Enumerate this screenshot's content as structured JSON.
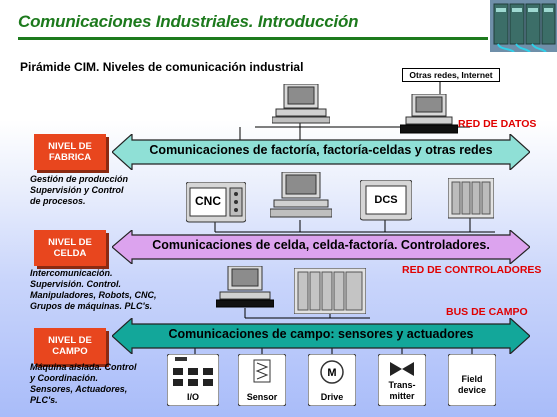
{
  "title": "Comunicaciones Industriales. Introducción",
  "subtitle": "Pirámide CIM. Niveles de comunicación industrial",
  "network_labels": {
    "otras_redes": "Otras redes, Internet",
    "red_datos": "RED DE DATOS",
    "red_controladores": "RED DE CONTROLADORES",
    "bus_campo": "BUS DE CAMPO"
  },
  "levels": [
    {
      "label": "NIVEL DE\nFABRICA",
      "bus": "Comunicaciones de factoría, factoría-celdas y otras redes",
      "description": "Gestión de producción\nSupervisión y Control\nde procesos."
    },
    {
      "label": "NIVEL DE\nCELDA",
      "bus": "Comunicaciones de celda, celda-factoría. Controladores.",
      "description": "Intercomunicación.\nSupervisión. Control.\nManipuladores, Robots, CNC,\nGrupos de máquinas. PLC's."
    },
    {
      "label": "NIVEL DE\nCAMPO",
      "bus": "Comunicaciones de campo: sensores y actuadores",
      "description": "Máquina aislada. Control\ny Coordinación.\nSensores, Actuadores,\nPLC's."
    }
  ],
  "cell_devices": {
    "cnc": "CNC",
    "dcs": "DCS"
  },
  "field_devices": [
    "I/O",
    "Sensor",
    "Drive",
    "Trans-\nmitter",
    "Field\ndevice"
  ],
  "colors": {
    "title": "#1d7a1d",
    "level_box": "#e8461e",
    "bus_fabrica": "#8fe0d6",
    "bus_celda": "#dca3ee",
    "bus_campo": "#13a79a",
    "red_text": "#e00000"
  }
}
